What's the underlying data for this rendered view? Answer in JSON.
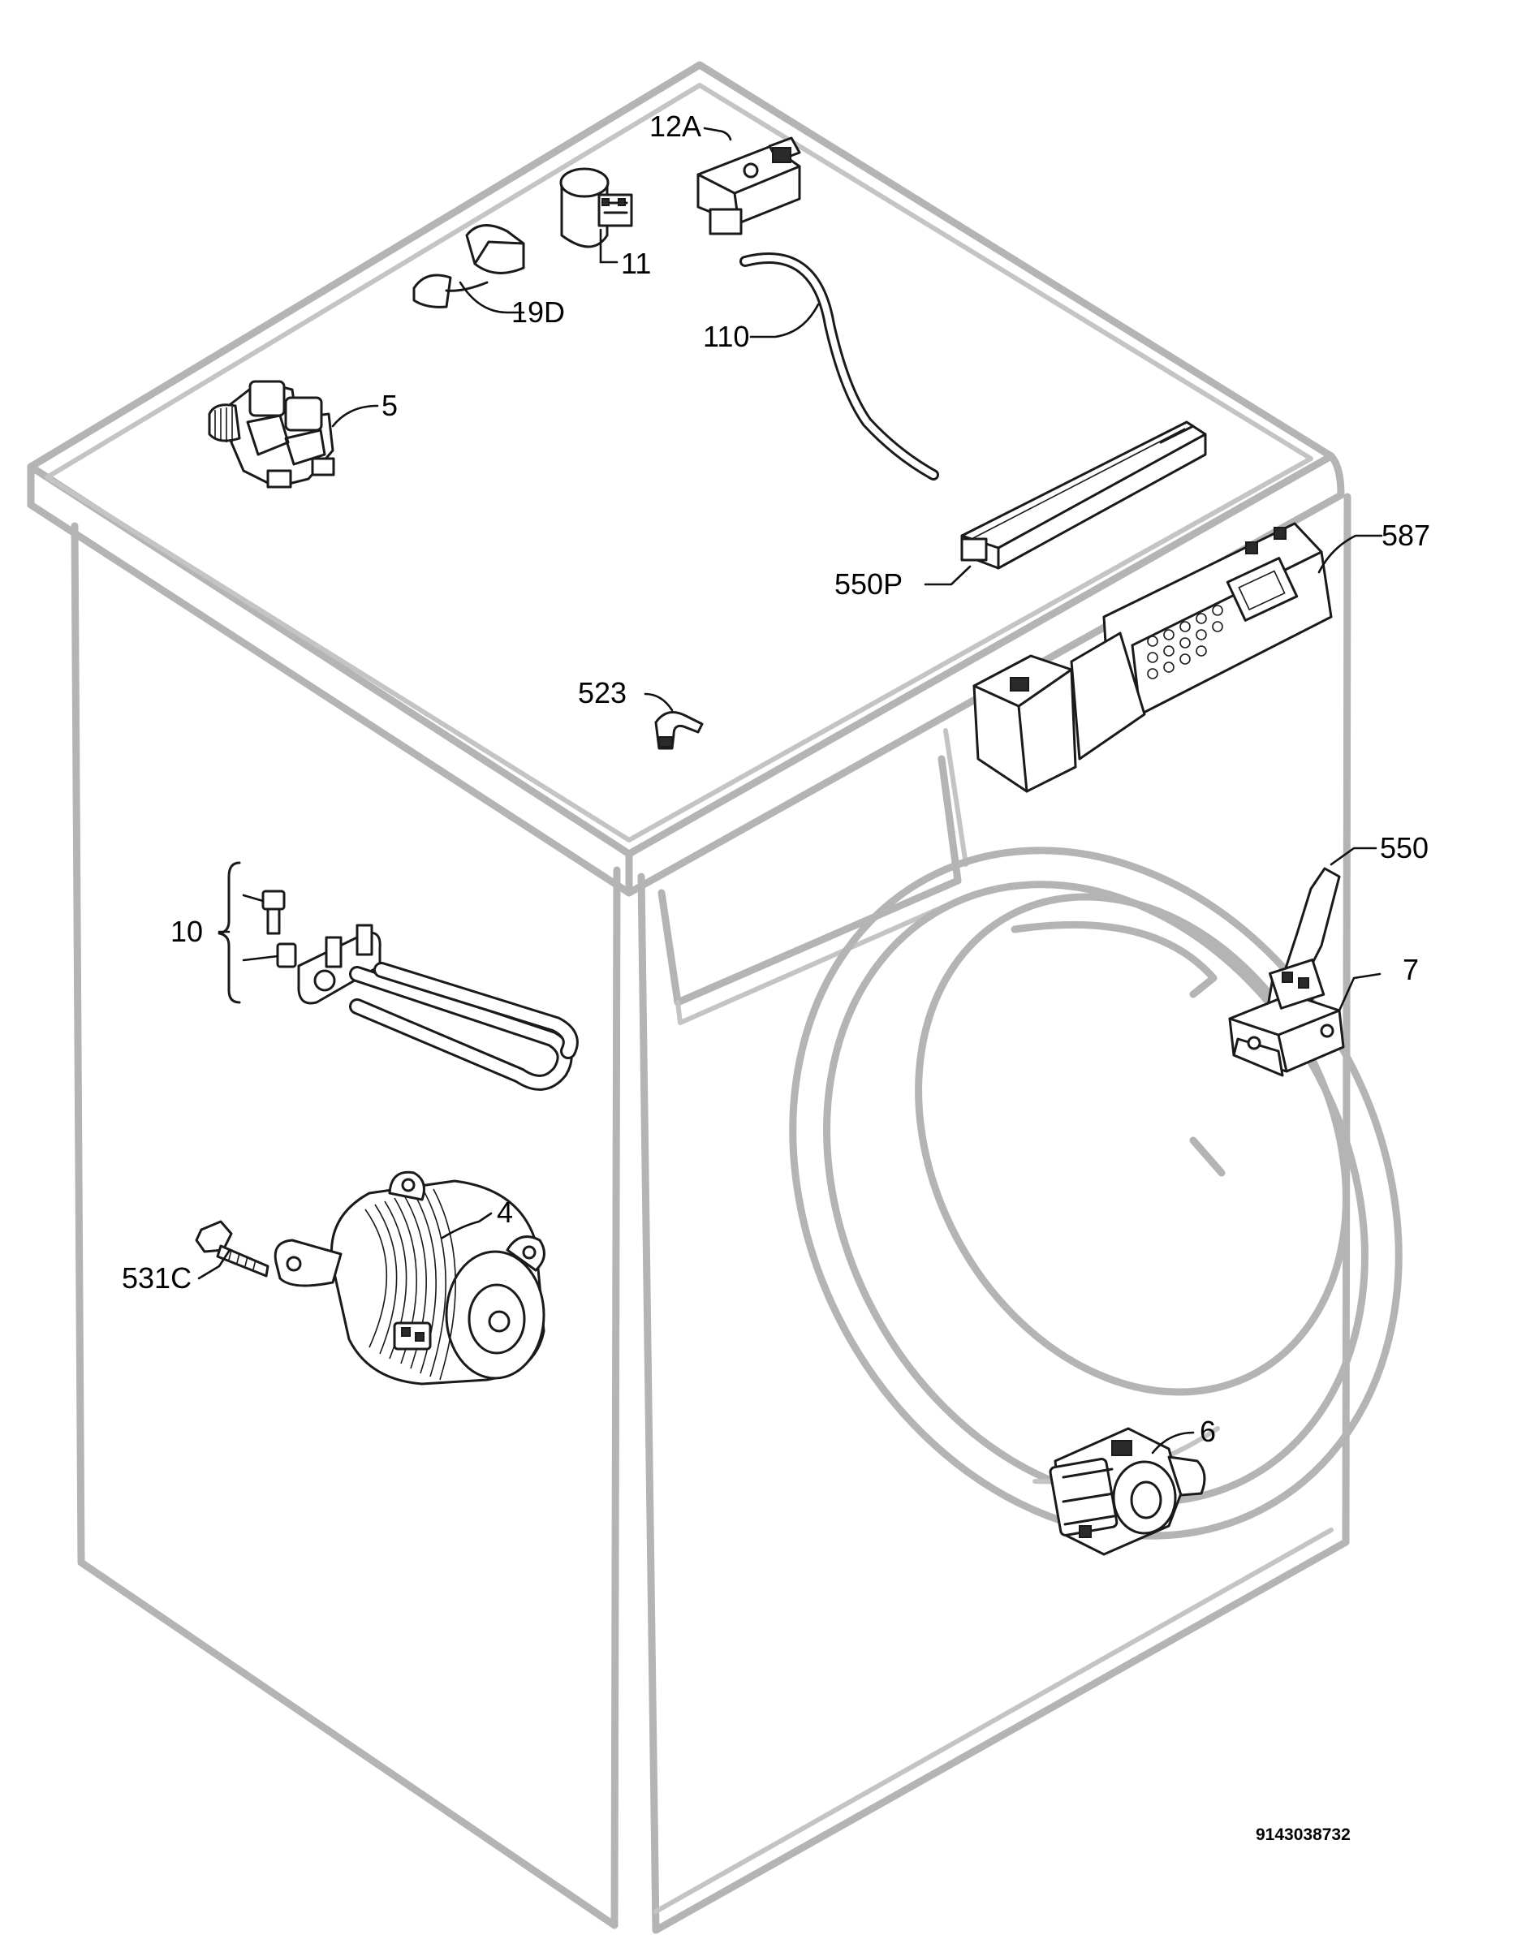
{
  "drawing_number": "9143038732",
  "callouts": {
    "c12A": "12A",
    "c11": "11",
    "c19D": "19D",
    "c110": "110",
    "c5": "5",
    "c550P": "550P",
    "c587": "587",
    "c523": "523",
    "c550": "550",
    "c10": "10",
    "c7": "7",
    "c4": "4",
    "c531C": "531C",
    "c6": "6"
  }
}
